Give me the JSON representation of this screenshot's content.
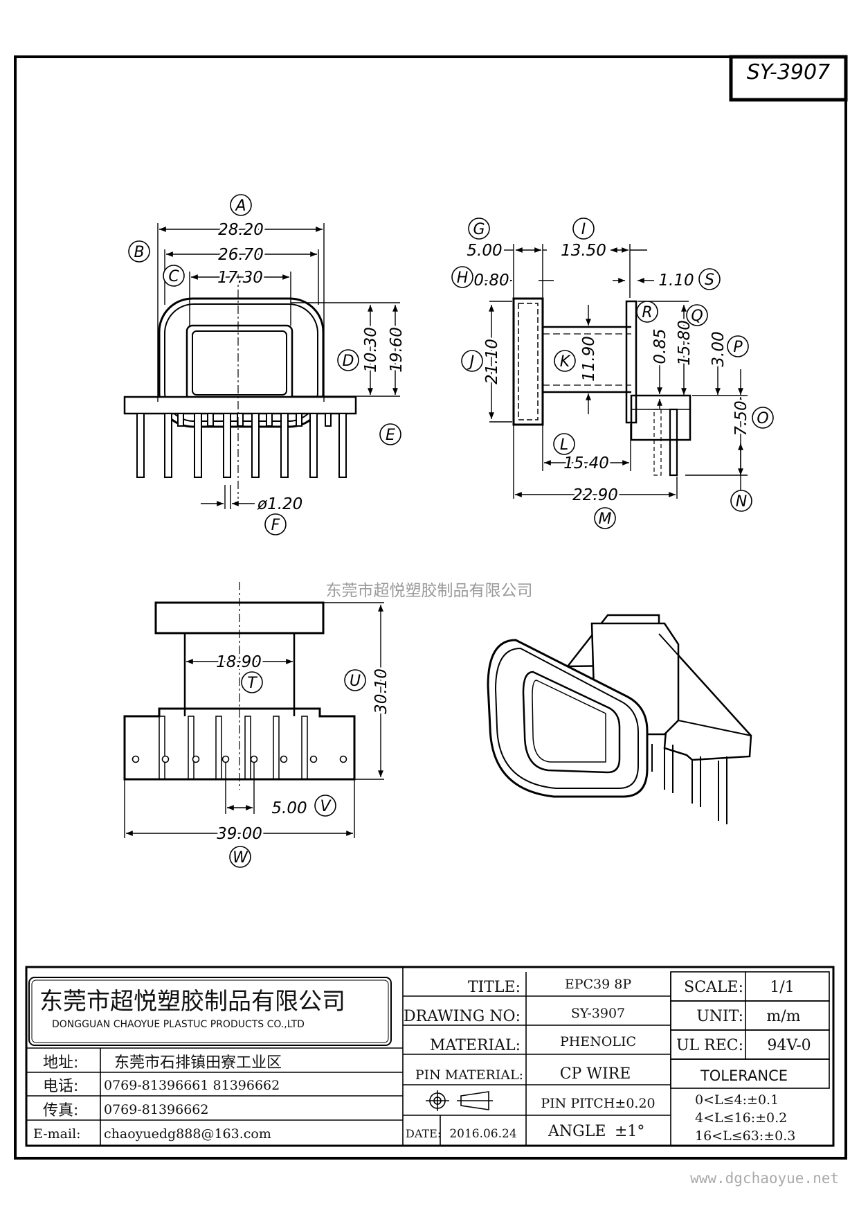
{
  "drawing_code": "SY-3907",
  "watermark": "东莞市超悦塑胶制品有限公司",
  "footer_url": "www.dgchaoyue.net",
  "dimensions": {
    "A": {
      "letter": "A",
      "value": "28.20"
    },
    "B": {
      "letter": "B",
      "value": "26.70"
    },
    "C": {
      "letter": "C",
      "value": "17.30"
    },
    "D": {
      "letter": "D",
      "value": "10.30"
    },
    "E": {
      "letter": "E",
      "value": "19.60"
    },
    "F": {
      "letter": "F",
      "value": "ø1.20"
    },
    "G": {
      "letter": "G",
      "value": "5.00"
    },
    "H": {
      "letter": "H",
      "value": "0.80"
    },
    "I": {
      "letter": "I",
      "value": "13.50"
    },
    "J": {
      "letter": "J",
      "value": "21.10"
    },
    "K": {
      "letter": "K",
      "value": "11.90"
    },
    "L": {
      "letter": "L",
      "value": "15.40"
    },
    "M": {
      "letter": "M",
      "value": "22.90"
    },
    "N": {
      "letter": "N",
      "value": ""
    },
    "O": {
      "letter": "O",
      "value": "7.50"
    },
    "P": {
      "letter": "P",
      "value": "3.00"
    },
    "Q": {
      "letter": "Q",
      "value": "15.80"
    },
    "R": {
      "letter": "R",
      "value": "0.85"
    },
    "S": {
      "letter": "S",
      "value": "1.10"
    },
    "T": {
      "letter": "T",
      "value": "18.90"
    },
    "U": {
      "letter": "U",
      "value": "30.10"
    },
    "V": {
      "letter": "V",
      "value": "5.00"
    },
    "W": {
      "letter": "W",
      "value": "39.00"
    }
  },
  "title_block": {
    "company_cn": "东莞市超悦塑胶制品有限公司",
    "company_en": "DONGGUAN CHAOYUE PLASTUC PRODUCTS CO.,LTD",
    "address_label": "地址:",
    "address_value": "东莞市石排镇田寮工业区",
    "phone_label": "电话:",
    "phone_value": "0769-81396661  81396662",
    "fax_label": "传真:",
    "fax_value": "0769-81396662",
    "email_label": "E-mail:",
    "email_value": "chaoyuedg888@163.com",
    "title_label": "TITLE:",
    "title_value": "EPC39 8P",
    "drawing_no_label": "DRAWING NO:",
    "drawing_no_value": "SY-3907",
    "material_label": "MATERIAL:",
    "material_value": "PHENOLIC",
    "pin_material_label": "PIN MATERIAL:",
    "pin_material_value": "CP WIRE",
    "pin_pitch": "PIN PITCH±0.20",
    "date_label": "DATE:",
    "date_value": "2016.06.24",
    "angle_label": "ANGLE",
    "angle_value": "±1°",
    "scale_label": "SCALE:",
    "scale_value": "1/1",
    "unit_label": "UNIT:",
    "unit_value": "m/m",
    "ul_label": "UL REC:",
    "ul_value": "94V-0",
    "tolerance_title": "TOLERANCE",
    "tolerance_lines": [
      "0<L≤4:±0.1",
      "4<L≤16:±0.2",
      "16<L≤63:±0.3"
    ]
  }
}
